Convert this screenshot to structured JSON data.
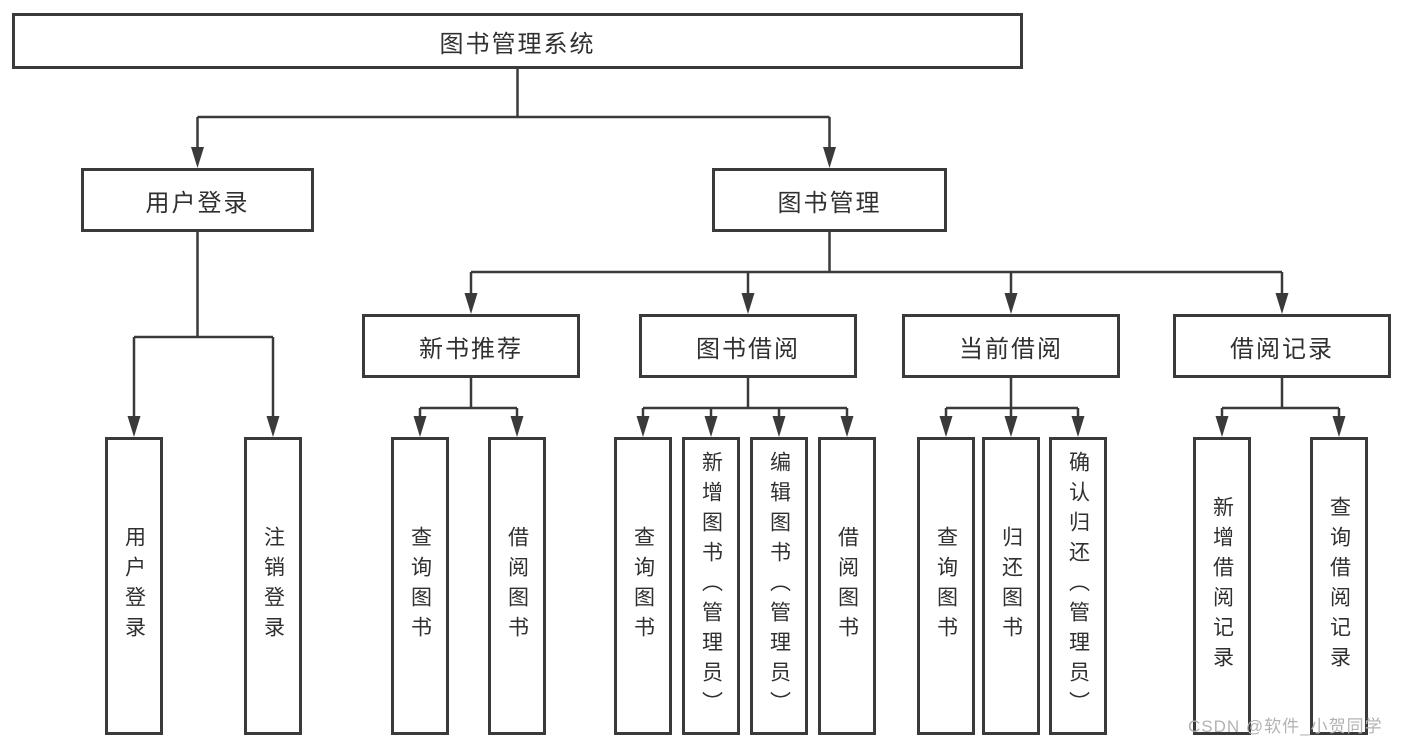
{
  "diagram": {
    "root": {
      "label": "图书管理系统",
      "children": [
        {
          "label": "用户登录",
          "children": [
            {
              "label": "用户登录"
            },
            {
              "label": "注销登录"
            }
          ]
        },
        {
          "label": "图书管理",
          "children": [
            {
              "label": "新书推荐",
              "children": [
                {
                  "label": "查询图书"
                },
                {
                  "label": "借阅图书"
                }
              ]
            },
            {
              "label": "图书借阅",
              "children": [
                {
                  "label": "查询图书"
                },
                {
                  "label": "新增图书（管理员）"
                },
                {
                  "label": "编辑图书（管理员）"
                },
                {
                  "label": "借阅图书"
                }
              ]
            },
            {
              "label": "当前借阅",
              "children": [
                {
                  "label": "查询图书"
                },
                {
                  "label": "归还图书"
                },
                {
                  "label": "确认归还（管理员）"
                }
              ]
            },
            {
              "label": "借阅记录",
              "children": [
                {
                  "label": "新增借阅记录"
                },
                {
                  "label": "查询借阅记录"
                }
              ]
            }
          ]
        }
      ]
    }
  },
  "watermark": {
    "text": "CSDN @软件_小贺同学"
  },
  "colors": {
    "background": "#ffffff",
    "line": "#3a3a3a",
    "box_border": "#3a3a3a",
    "text": "#303030",
    "watermark": "#b3b3b3"
  }
}
